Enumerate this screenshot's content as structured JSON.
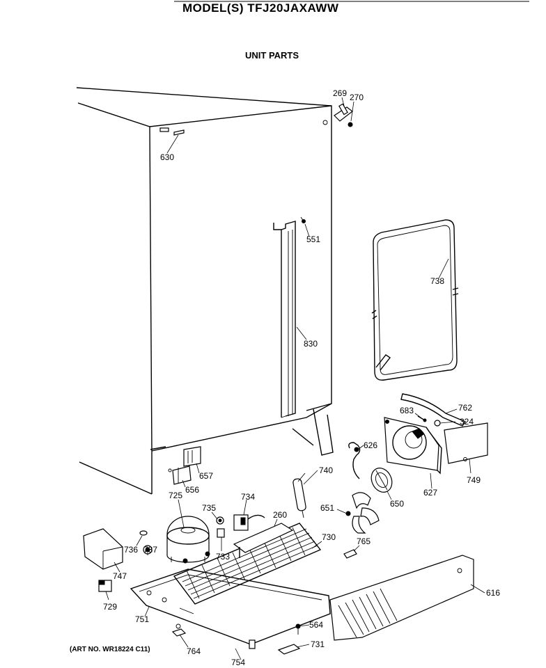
{
  "header": {
    "model": "MODEL(S) TFJ20JAXAWW",
    "section": "UNIT PARTS"
  },
  "footer": {
    "art_no": "(ART NO. WR18224 C11)"
  },
  "labels": {
    "p269": "269",
    "p270": "270",
    "p630": "630",
    "p551": "551",
    "p738": "738",
    "p830": "830",
    "p683": "683",
    "p762": "762",
    "p324": "324",
    "p626": "626",
    "p657": "657",
    "p656": "656",
    "p740": "740",
    "p749": "749",
    "p627": "627",
    "p650": "650",
    "p651": "651",
    "p725": "725",
    "p735": "735",
    "p734": "734",
    "p260": "260",
    "p730": "730",
    "p765": "765",
    "p736": "736",
    "p737": "737",
    "p733": "733",
    "p747": "747",
    "p616": "616",
    "p729": "729",
    "p751": "751",
    "p564": "564",
    "p764": "764",
    "p731": "731",
    "p754": "754"
  }
}
